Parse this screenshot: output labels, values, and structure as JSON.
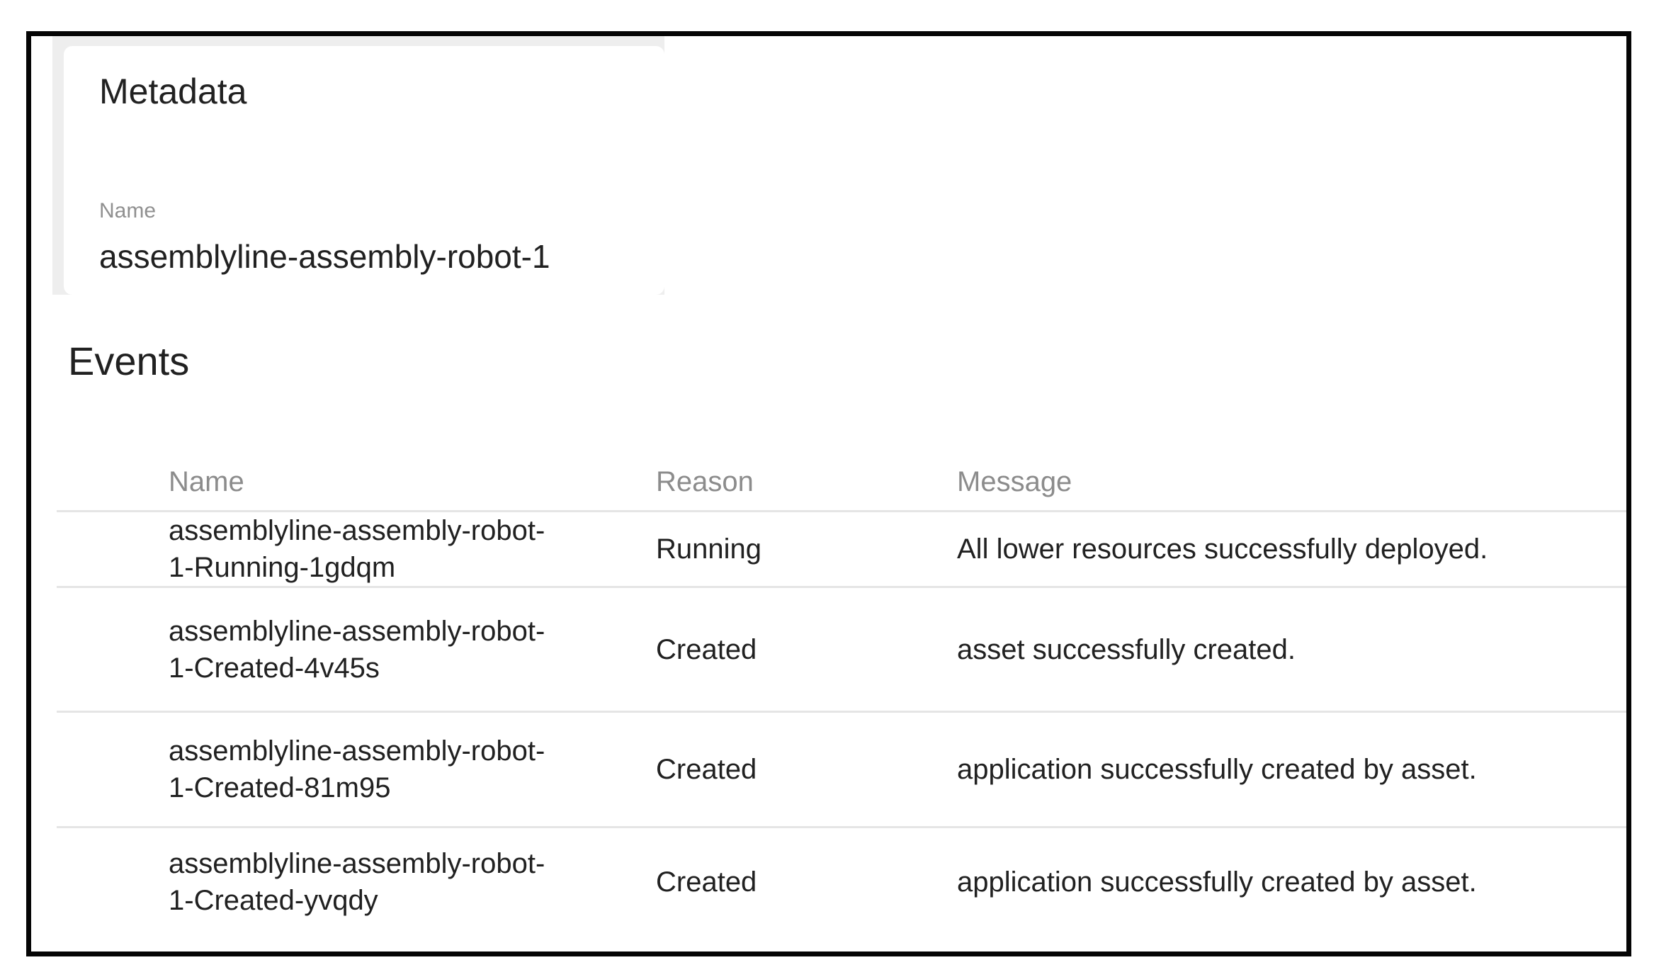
{
  "page": {
    "metadata": {
      "title": "Metadata",
      "name_label": "Name",
      "name_value": "assemblyline-assembly-robot-1"
    },
    "events": {
      "title": "Events",
      "columns": {
        "name": "Name",
        "reason": "Reason",
        "message": "Message"
      },
      "rows": [
        {
          "name": "assemblyline-assembly-robot-1-Running-1gdqm",
          "reason": "Running",
          "message": "All lower resources successfully deployed."
        },
        {
          "name": "assemblyline-assembly-robot-1-Created-4v45s",
          "reason": "Created",
          "message": "asset successfully created."
        },
        {
          "name": "assemblyline-assembly-robot-1-Created-81m95",
          "reason": "Created",
          "message": "application successfully created by asset."
        },
        {
          "name": "assemblyline-assembly-robot-1-Created-yvqdy",
          "reason": "Created",
          "message": "application successfully created by asset."
        }
      ]
    },
    "colors": {
      "frame": "#050505",
      "panel_bg": "#eeeeee",
      "divider": "#e5e5e5",
      "text_primary": "#212121",
      "text_secondary": "#909090"
    }
  }
}
